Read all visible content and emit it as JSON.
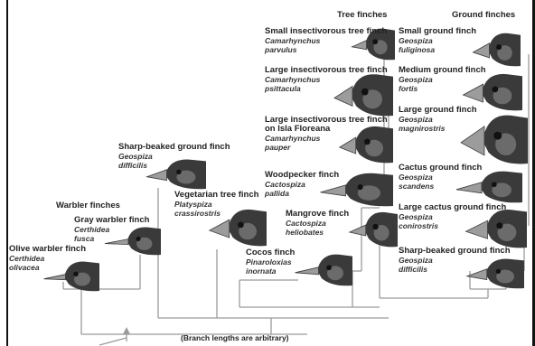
{
  "groups": {
    "tree_finches": "Tree finches",
    "ground_finches": "Ground finches",
    "warbler_finches": "Warbler finches"
  },
  "note": "(Branch lengths are arbitrary)",
  "colors": {
    "branch": "#9a9a9a",
    "head_dark": "#3a3a3a",
    "head_mid": "#6b6b6b",
    "beak": "#9c9c9c",
    "eye": "#111111"
  },
  "species": {
    "small_tree": {
      "common": "Small insectivorous tree finch",
      "sci": [
        "Camarhynchus",
        "parvulus"
      ]
    },
    "large_tree": {
      "common": "Large insectivorous tree finch",
      "sci": [
        "Camarhynchus",
        "psittacula"
      ]
    },
    "floreana_tree": {
      "common": [
        "Large insectivorous tree finch",
        "on Isla Floreana"
      ],
      "sci": [
        "Camarhynchus",
        "pauper"
      ]
    },
    "woodpecker": {
      "common": "Woodpecker finch",
      "sci": [
        "Cactospiza",
        "pallida"
      ]
    },
    "mangrove": {
      "common": "Mangrove finch",
      "sci": [
        "Cactospiza",
        "heliobates"
      ]
    },
    "cocos": {
      "common": "Cocos finch",
      "sci": [
        "Pinaroloxias",
        "inornata"
      ]
    },
    "vegetarian": {
      "common": "Vegetarian tree finch",
      "sci": [
        "Platyspiza",
        "crassirostris"
      ]
    },
    "sharp_left": {
      "common": "Sharp-beaked ground finch",
      "sci": [
        "Geospiza",
        "difficilis"
      ]
    },
    "gray_warbler": {
      "common": "Gray warbler finch",
      "sci": [
        "Certhidea",
        "fusca"
      ]
    },
    "olive_warbler": {
      "common": "Olive warbler finch",
      "sci": [
        "Certhidea",
        "olivacea"
      ]
    },
    "small_ground": {
      "common": "Small ground finch",
      "sci": [
        "Geospiza",
        "fuliginosa"
      ]
    },
    "medium_ground": {
      "common": "Medium ground finch",
      "sci": [
        "Geospiza",
        "fortis"
      ]
    },
    "large_ground": {
      "common": "Large ground finch",
      "sci": [
        "Geospiza",
        "magnirostris"
      ]
    },
    "cactus_ground": {
      "common": "Cactus ground finch",
      "sci": [
        "Geospiza",
        "scandens"
      ]
    },
    "large_cactus": {
      "common": "Large cactus ground finch",
      "sci": [
        "Geospiza",
        "conirostris"
      ]
    },
    "sharp_right": {
      "common": "Sharp-beaked ground finch",
      "sci": [
        "Geospiza",
        "difficilis"
      ]
    }
  }
}
